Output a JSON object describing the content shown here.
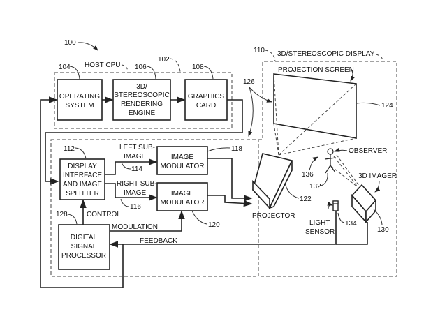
{
  "refs": {
    "system": "100",
    "host_cpu_ref": "102",
    "os_ref": "104",
    "engine_ref": "106",
    "graphics_ref": "108",
    "display_ref": "110",
    "splitter_ref": "112",
    "left_ref": "114",
    "right_ref": "116",
    "mod1_ref": "118",
    "mod2_ref": "120",
    "projector_ref": "122",
    "screen_ref": "124",
    "link_ref": "126",
    "dsp_ref": "128",
    "imager_ref": "130",
    "observer_ref": "132",
    "sensor_ref": "134",
    "view_ref": "136"
  },
  "labels": {
    "host_cpu": "HOST CPU",
    "display": "3D/STEREOSCOPIC DISPLAY",
    "projection_screen": "PROJECTION SCREEN",
    "os": [
      "OPERATING",
      "SYSTEM"
    ],
    "engine": [
      "3D/",
      "STEREOSCOPIC",
      "RENDERING",
      "ENGINE"
    ],
    "graphics": [
      "GRAPHICS",
      "CARD"
    ],
    "splitter": [
      "DISPLAY",
      "INTERFACE",
      "AND IMAGE",
      "SPLITTER"
    ],
    "left_sub": [
      "LEFT SUB-",
      "IMAGE"
    ],
    "right_sub": [
      "RIGHT SUB-",
      "IMAGE"
    ],
    "modulator": [
      "IMAGE",
      "MODULATOR"
    ],
    "dsp": [
      "DIGITAL",
      "SIGNAL",
      "PROCESSOR"
    ],
    "control": "CONTROL",
    "modulation": "MODULATION",
    "feedback": "FEEDBACK",
    "projector": "PROJECTOR",
    "observer": "OBSERVER",
    "imager": "3D IMAGER",
    "sensor": [
      "LIGHT",
      "SENSOR"
    ]
  }
}
